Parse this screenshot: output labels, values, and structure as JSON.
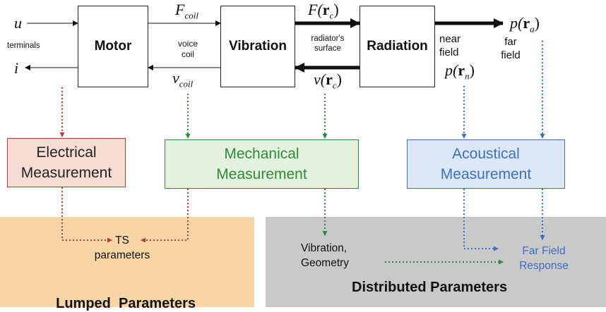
{
  "blocks": {
    "motor": "Motor",
    "vibration": "Vibration",
    "radiation": "Radiation"
  },
  "signals": {
    "u": "u",
    "i": "i",
    "terminals": "terminals",
    "F_coil_main": "F",
    "F_coil_sub": "coil",
    "v_coil_main": "v",
    "v_coil_sub": "coil",
    "voice_coil_line1": "voice",
    "voice_coil_line2": "coil",
    "F_rc_main": "F(",
    "F_rc_bold": "r",
    "F_rc_sub": "c",
    "v_rc_main": "v(",
    "v_rc_bold": "r",
    "v_rc_sub": "c",
    "radiator_line1": "radiator's",
    "radiator_line2": "surface",
    "near_field_line1": "near",
    "near_field_line2": "field",
    "far_field_line1": "far",
    "far_field_line2": "field",
    "p_rn_main": "p(",
    "p_rn_bold": "r",
    "p_rn_sub": "n",
    "p_ra_main": "p(",
    "p_ra_bold": "r",
    "p_ra_sub": "a",
    "close_paren": ")"
  },
  "measurements": {
    "electrical": [
      "Electrical",
      "Measurement"
    ],
    "mechanical": [
      "Mechanical",
      "Measurement"
    ],
    "acoustical": [
      "Acoustical",
      "Measurement"
    ]
  },
  "panels": {
    "lumped": {
      "title": "Lumped  Parameters",
      "item": [
        "TS",
        "parameters"
      ]
    },
    "distributed": {
      "title": "Distributed Parameters",
      "item_left": [
        "Vibration,",
        "Geometry"
      ],
      "item_right": [
        "Far Field",
        "Response"
      ]
    }
  },
  "colors": {
    "electrical_border": "#c0392b",
    "electrical_fill": "#f6ddd3",
    "mechanical": "#2e8b3a",
    "mechanical_fill": "#e4f1dd",
    "acoustical": "#3d6fc4",
    "acoustical_fill": "#dde8f7",
    "lumped_panel": "#f8d5a4",
    "distributed_panel": "#c9c9c9"
  }
}
